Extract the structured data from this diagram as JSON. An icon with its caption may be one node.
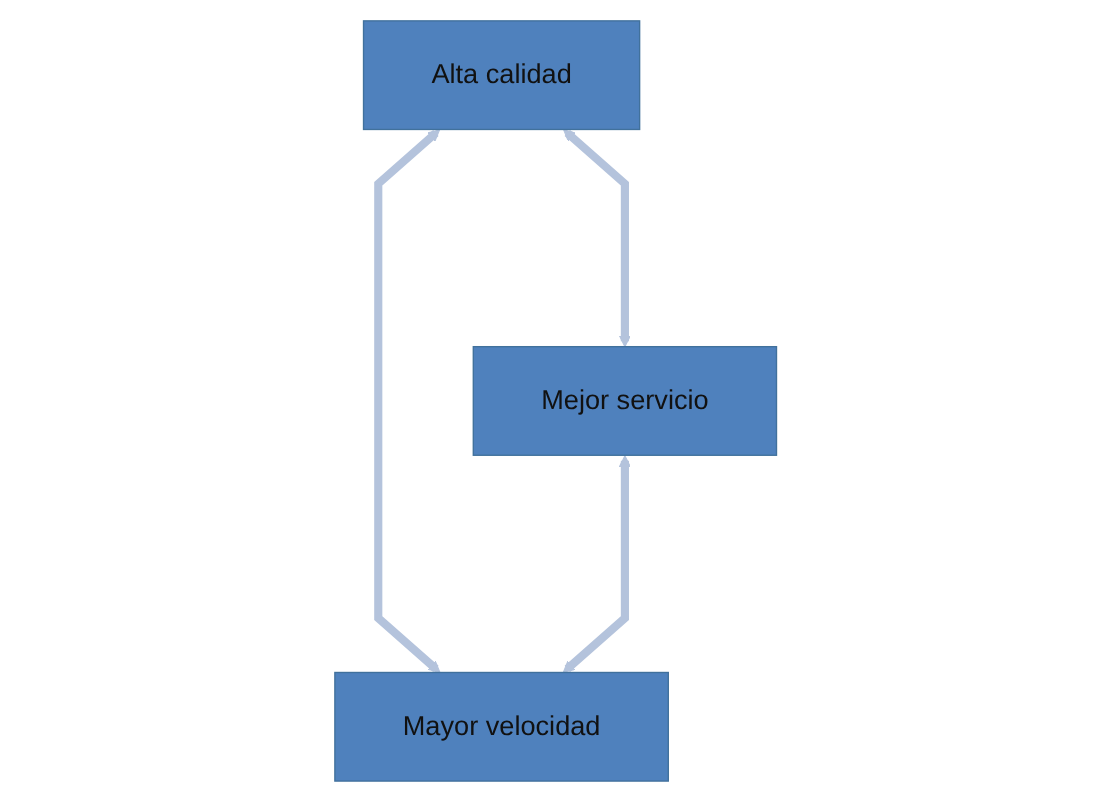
{
  "diagram": {
    "nodes": [
      {
        "text": [
          "Alta calidad"
        ]
      },
      {
        "text": [
          "Mejor servicio"
        ]
      },
      {
        "text": [
          "Mayor velocidad"
        ]
      }
    ],
    "edges": [
      {
        "from": 0,
        "to": 1,
        "arrow": "both"
      },
      {
        "from": 0,
        "to": 2,
        "arrow": "both"
      },
      {
        "from": 1,
        "to": 2,
        "arrow": "both"
      }
    ]
  }
}
